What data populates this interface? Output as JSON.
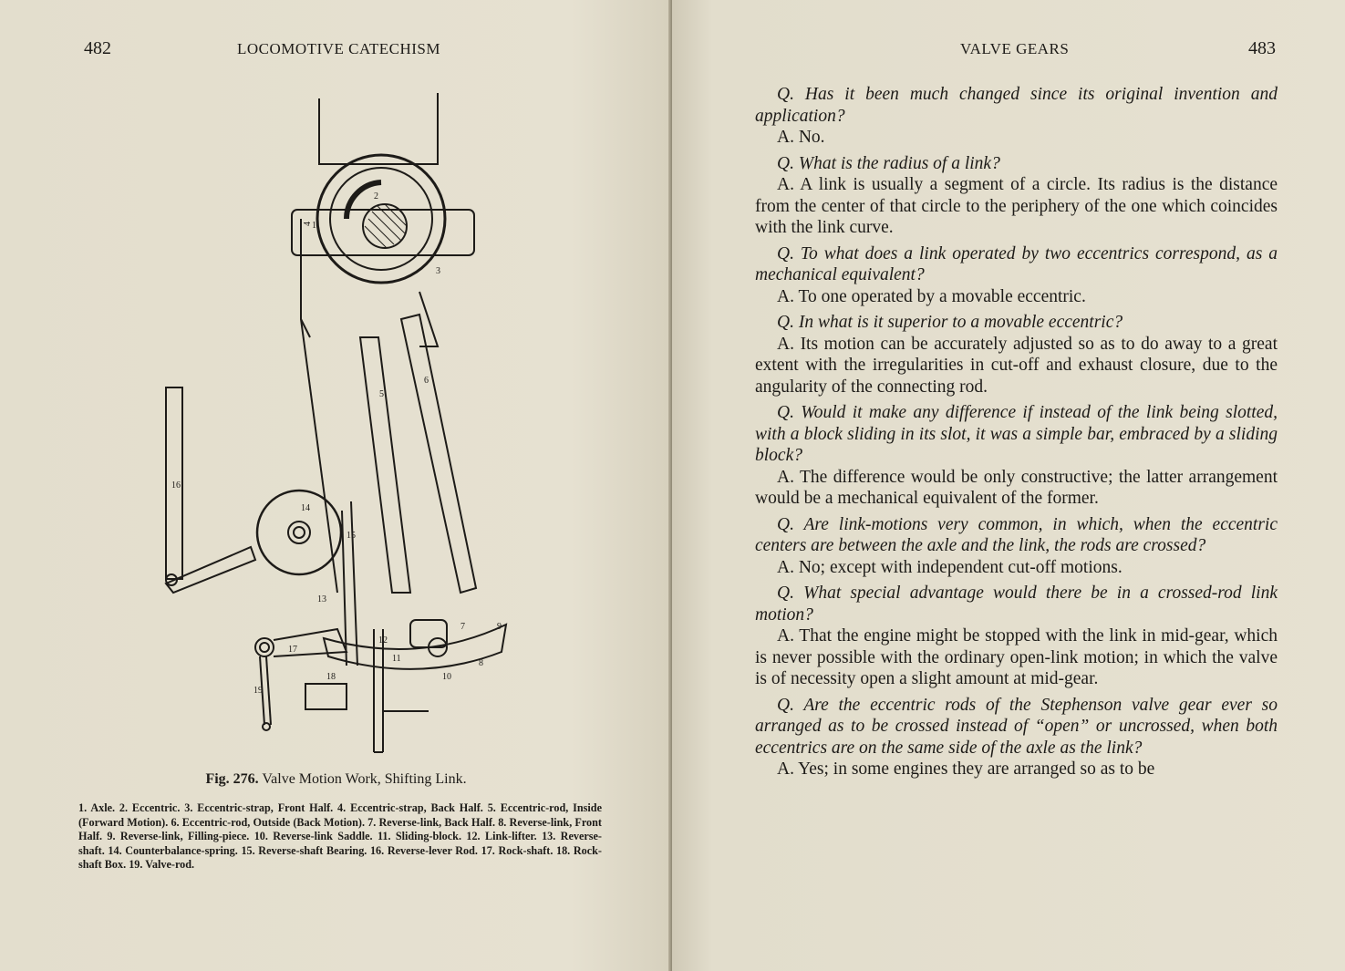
{
  "left_page": {
    "page_number": "482",
    "running_head": "LOCOMOTIVE CATECHISM",
    "figure_caption_label": "Fig. 276.",
    "figure_caption_title": "Valve Motion Work, Shifting Link.",
    "legend": "1. Axle. 2. Eccentric. 3. Eccentric-strap, Front Half. 4. Eccentric-strap, Back Half. 5. Eccentric-rod, Inside (Forward Motion). 6. Eccentric-rod, Outside (Back Motion). 7. Reverse-link, Back Half. 8. Reverse-link, Front Half. 9. Reverse-link, Filling-piece. 10. Reverse-link Saddle. 11. Sliding-block. 12. Link-lifter. 13. Reverse-shaft. 14. Counterbalance-spring. 15. Reverse-shaft Bearing. 16. Reverse-lever Rod. 17. Rock-shaft. 18. Rock-shaft Box. 19. Valve-rod.",
    "diagram_numbers": [
      "1",
      "2",
      "3",
      "4",
      "5",
      "6",
      "7",
      "8",
      "9",
      "10",
      "11",
      "12",
      "13",
      "14",
      "15",
      "16",
      "17",
      "18",
      "19"
    ]
  },
  "right_page": {
    "page_number": "483",
    "running_head": "VALVE GEARS",
    "qa": [
      {
        "q": "Q. Has it been much changed since its original invention and application?",
        "a": "A. No."
      },
      {
        "q": "Q. What is the radius of a link?",
        "a": "A. A link is usually a segment of a circle. Its radius is the distance from the center of that circle to the periphery of the one which coincides with the link curve."
      },
      {
        "q": "Q. To what does a link operated by two eccentrics correspond, as a mechanical equivalent?",
        "a": "A. To one operated by a movable eccentric."
      },
      {
        "q": "Q. In what is it superior to a movable eccentric?",
        "a": "A. Its motion can be accurately adjusted so as to do away to a great extent with the irregularities in cut-off and exhaust closure, due to the angularity of the connecting rod."
      },
      {
        "q": "Q. Would it make any difference if instead of the link being slotted, with a block sliding in its slot, it was a simple bar, embraced by a sliding block?",
        "a": "A. The difference would be only constructive; the latter arrangement would be a mechanical equivalent of the former."
      },
      {
        "q": "Q. Are link-motions very common, in which, when the eccentric centers are between the axle and the link, the rods are crossed?",
        "a": "A. No; except with independent cut-off motions."
      },
      {
        "q": "Q. What special advantage would there be in a crossed-rod link motion?",
        "a": "A. That the engine might be stopped with the link in mid-gear, which is never possible with the ordinary open-link motion; in which the valve is of necessity open a slight amount at mid-gear."
      },
      {
        "q": "Q. Are the eccentric rods of the Stephenson valve gear ever so arranged as to be crossed instead of “open” or uncrossed, when both eccentrics are on the same side of the axle as the link?",
        "a": "A. Yes; in some engines they are arranged so as to be"
      }
    ]
  }
}
